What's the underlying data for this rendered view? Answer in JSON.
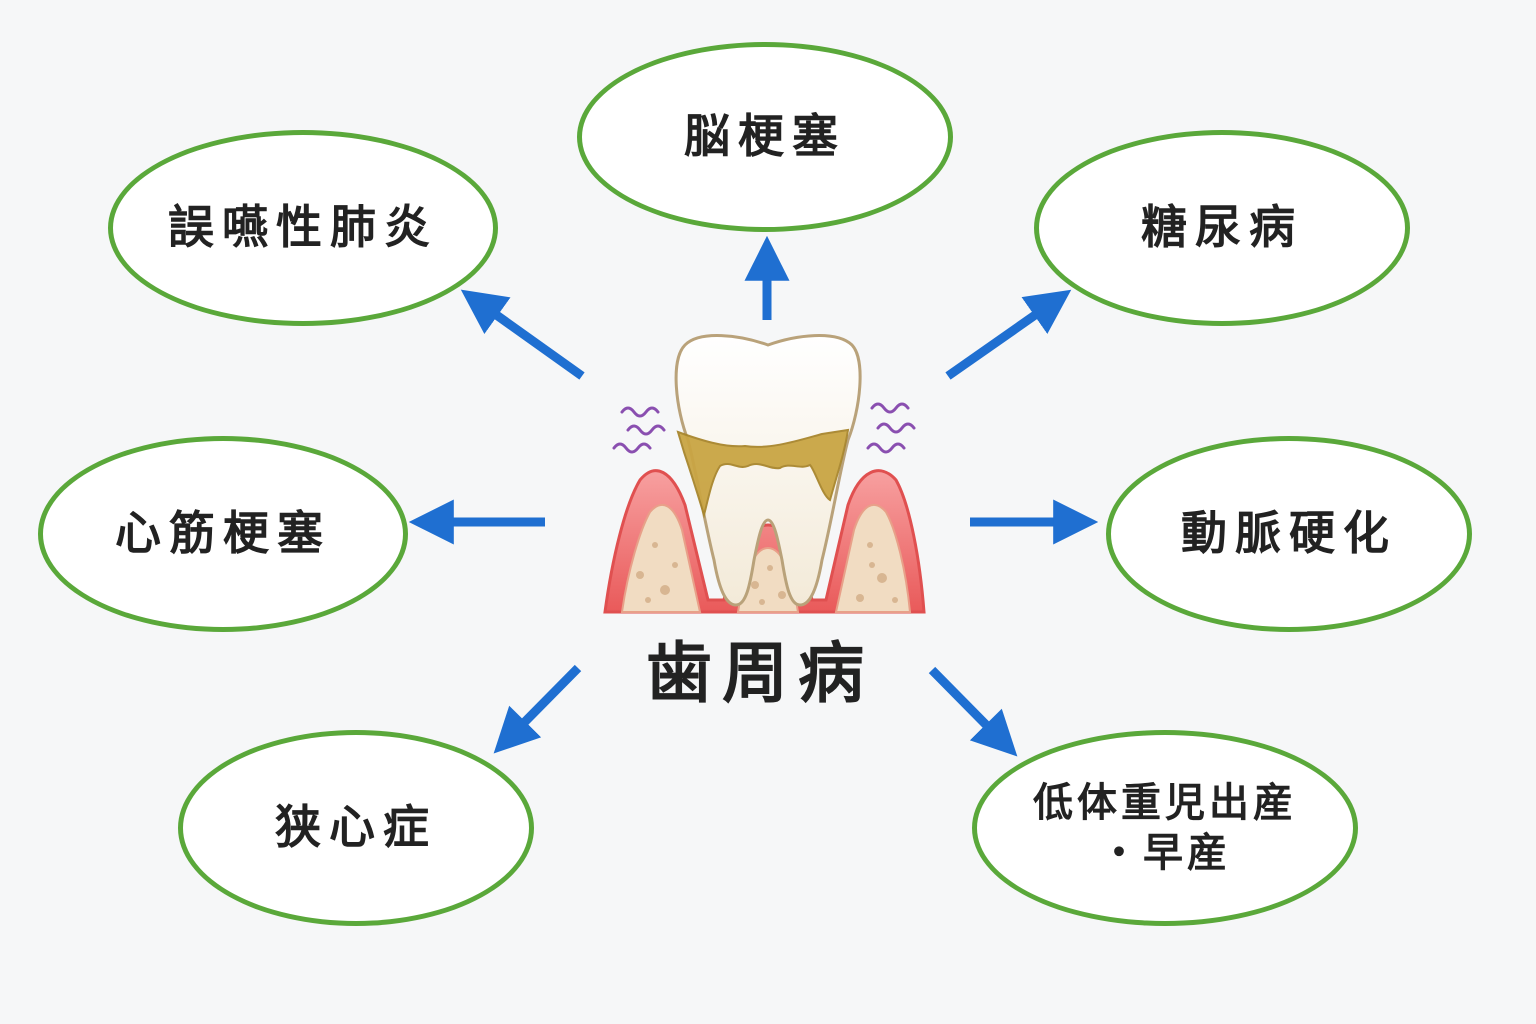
{
  "center": {
    "label": "歯周病",
    "icon": "periodontal-tooth-illustration"
  },
  "nodes": {
    "top": "脳梗塞",
    "top_left": "誤嚥性肺炎",
    "top_right": "糖尿病",
    "left": "心筋梗塞",
    "right": "動脈硬化",
    "bottom_left": "狭心症",
    "bottom_right_line1": "低体重児出産",
    "bottom_right_line2": "・早産"
  },
  "colors": {
    "ellipse_border": "#5aa83a",
    "arrow": "#1f6fd1",
    "gum": "#ef6f6f",
    "tartar": "#c9a544",
    "bone": "#f1dcc2",
    "bacteria": "#8a4fb0",
    "background": "#f6f7f8"
  }
}
